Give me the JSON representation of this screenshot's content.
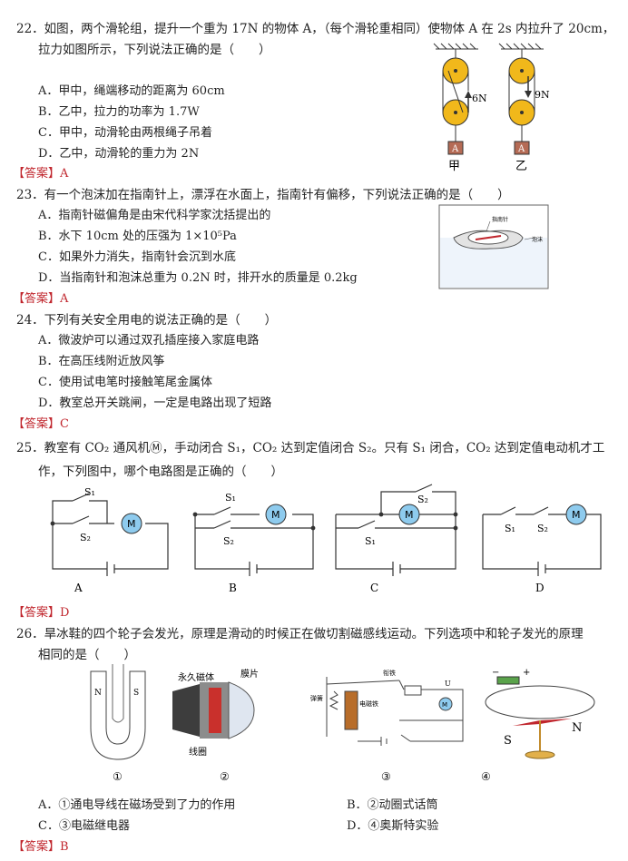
{
  "q22": {
    "line1": "22．如图，两个滑轮组，提升一个重为 17N 的物体 A，（每个滑轮重相同）使物体 A 在 2s 内拉升了 20cm，",
    "line2": "拉力如图所示，下列说法正确的是（　　）",
    "options": [
      "A．甲中，绳端移动的距离为 60cm",
      "B．乙中，拉力的功率为 1.7W",
      "C．甲中，动滑轮由两根绳子吊着",
      "D．乙中，动滑轮的重力为 2N"
    ],
    "answer": "【答案】A",
    "fig": {
      "force1": "6N",
      "force2": "9N",
      "block": "A",
      "label1": "甲",
      "label2": "乙"
    }
  },
  "q23": {
    "line1": "23．有一个泡沫加在指南针上，漂浮在水面上，指南针有偏移，下列说法正确的是（　　）",
    "options": [
      "A．指南针磁偏角是由宋代科学家沈括提出的",
      "B．水下 10cm 处的压强为 1×10⁵Pa",
      "C．如果外力消失，指南针会沉到水底",
      "D．当指南针和泡沫总重为 0.2N 时，排开水的质量是 0.2kg"
    ],
    "answer": "【答案】A",
    "fig": {
      "label1": "指南针",
      "label2": "泡沫"
    }
  },
  "q24": {
    "line1": "24．下列有关安全用电的说法正确的是（　　）",
    "options": [
      "A．微波炉可以通过双孔插座接入家庭电路",
      "B．在高压线附近放风筝",
      "C．使用试电笔时接触笔尾金属体",
      "D．教室总开关跳闸，一定是电路出现了短路"
    ],
    "answer": "【答案】C"
  },
  "q25": {
    "line1": "25．教室有 CO₂ 通风机Ⓜ，手动闭合 S₁，CO₂ 达到定值闭合 S₂。只有 S₁ 闭合，CO₂ 达到定值电动机才工",
    "line2": "作，下列图中，哪个电路图是正确的（　　）",
    "circuits": [
      "A",
      "B",
      "C",
      "D"
    ],
    "s1": "S₁",
    "s2": "S₂",
    "motor": "M",
    "answer": "【答案】D"
  },
  "q26": {
    "line1": "26．旱冰鞋的四个轮子会发光，原理是滑动的时候正在做切割磁感线运动。下列选项中和轮子发光的原理",
    "line2": "相同的是（　　）",
    "fig_labels": [
      "①",
      "②",
      "③",
      "④"
    ],
    "fig1": {
      "n": "N",
      "s": "S"
    },
    "fig2": {
      "magnet": "永久磁体",
      "diaphragm": "膜片",
      "coil": "线圈"
    },
    "fig3": {
      "armature": "衔铁",
      "spring": "弹簧",
      "electromagnet": "电磁铁",
      "u": "U",
      "m": "M"
    },
    "fig4": {
      "s": "S",
      "n": "N",
      "minus": "−",
      "plus": "+"
    },
    "options": [
      "A．①通电导线在磁场受到了力的作用",
      "B．②动圈式话筒",
      "C．③电磁继电器",
      "D．④奥斯特实验"
    ],
    "answer": "【答案】B"
  }
}
